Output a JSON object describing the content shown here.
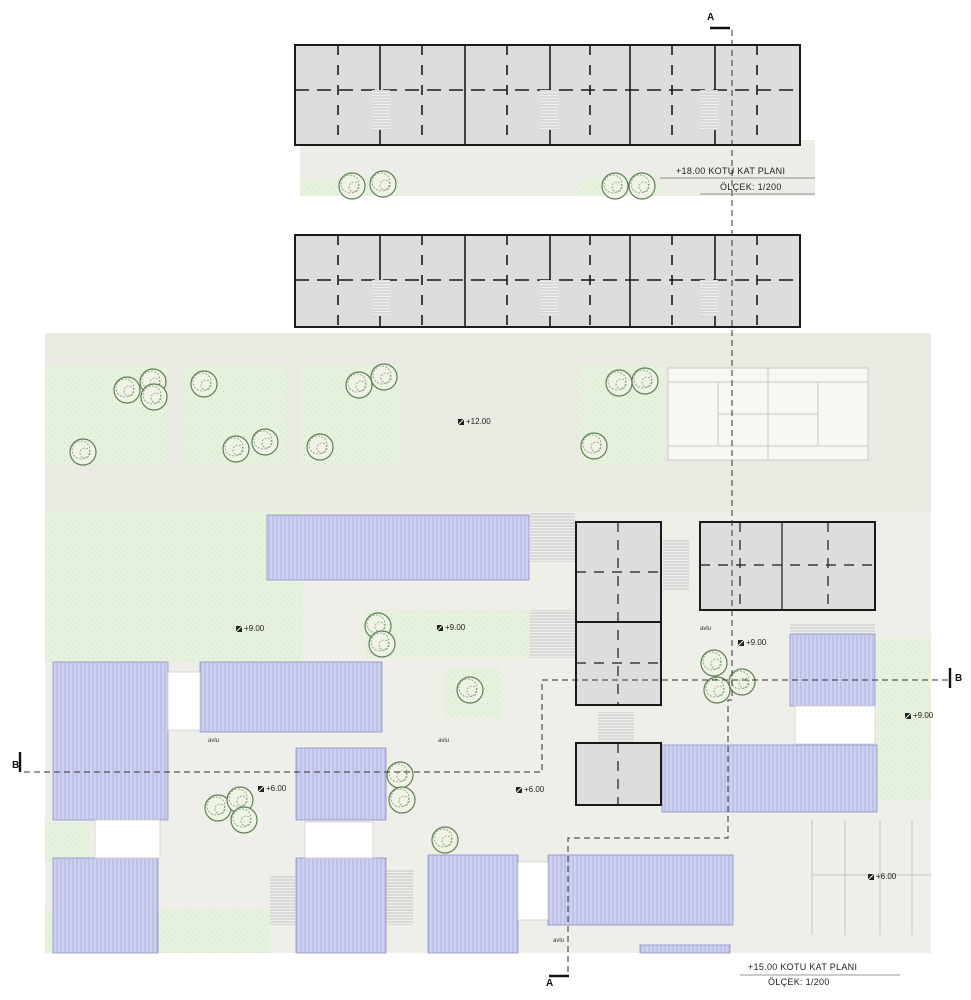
{
  "upper_plan": {
    "title": "+18.00 KOTU KAT PLANI",
    "scale": "ÖLÇEK: 1/200"
  },
  "lower_plan": {
    "title": "+15.00 KOTU KAT PLANI",
    "scale": "ÖLÇEK: 1/200"
  },
  "elevations": {
    "terrace": "+12.00",
    "level_9_left": "+9.00",
    "level_9_mid": "+9.00",
    "level_9_right": "+9.00",
    "level_9_far_right": "+9.00",
    "level_6_left": "+6.00",
    "level_6_mid": "+6.00",
    "level_6_right": "+6.00"
  },
  "courtyard_labels": {
    "a1": "avlu",
    "a2": "avlu",
    "a3": "avlu",
    "a4": "avlu"
  },
  "section_markers": {
    "a_top": "A",
    "a_bottom": "A",
    "b_left": "B",
    "b_right": "B"
  },
  "colors": {
    "ground": "#e9ebe3",
    "green": "#e3f0dc",
    "roof": "#c9ccec",
    "roof_line": "#9ea3d6",
    "walls": "#1a1a1a",
    "floor": "#dcdedd",
    "tree": "#6f8d62"
  }
}
